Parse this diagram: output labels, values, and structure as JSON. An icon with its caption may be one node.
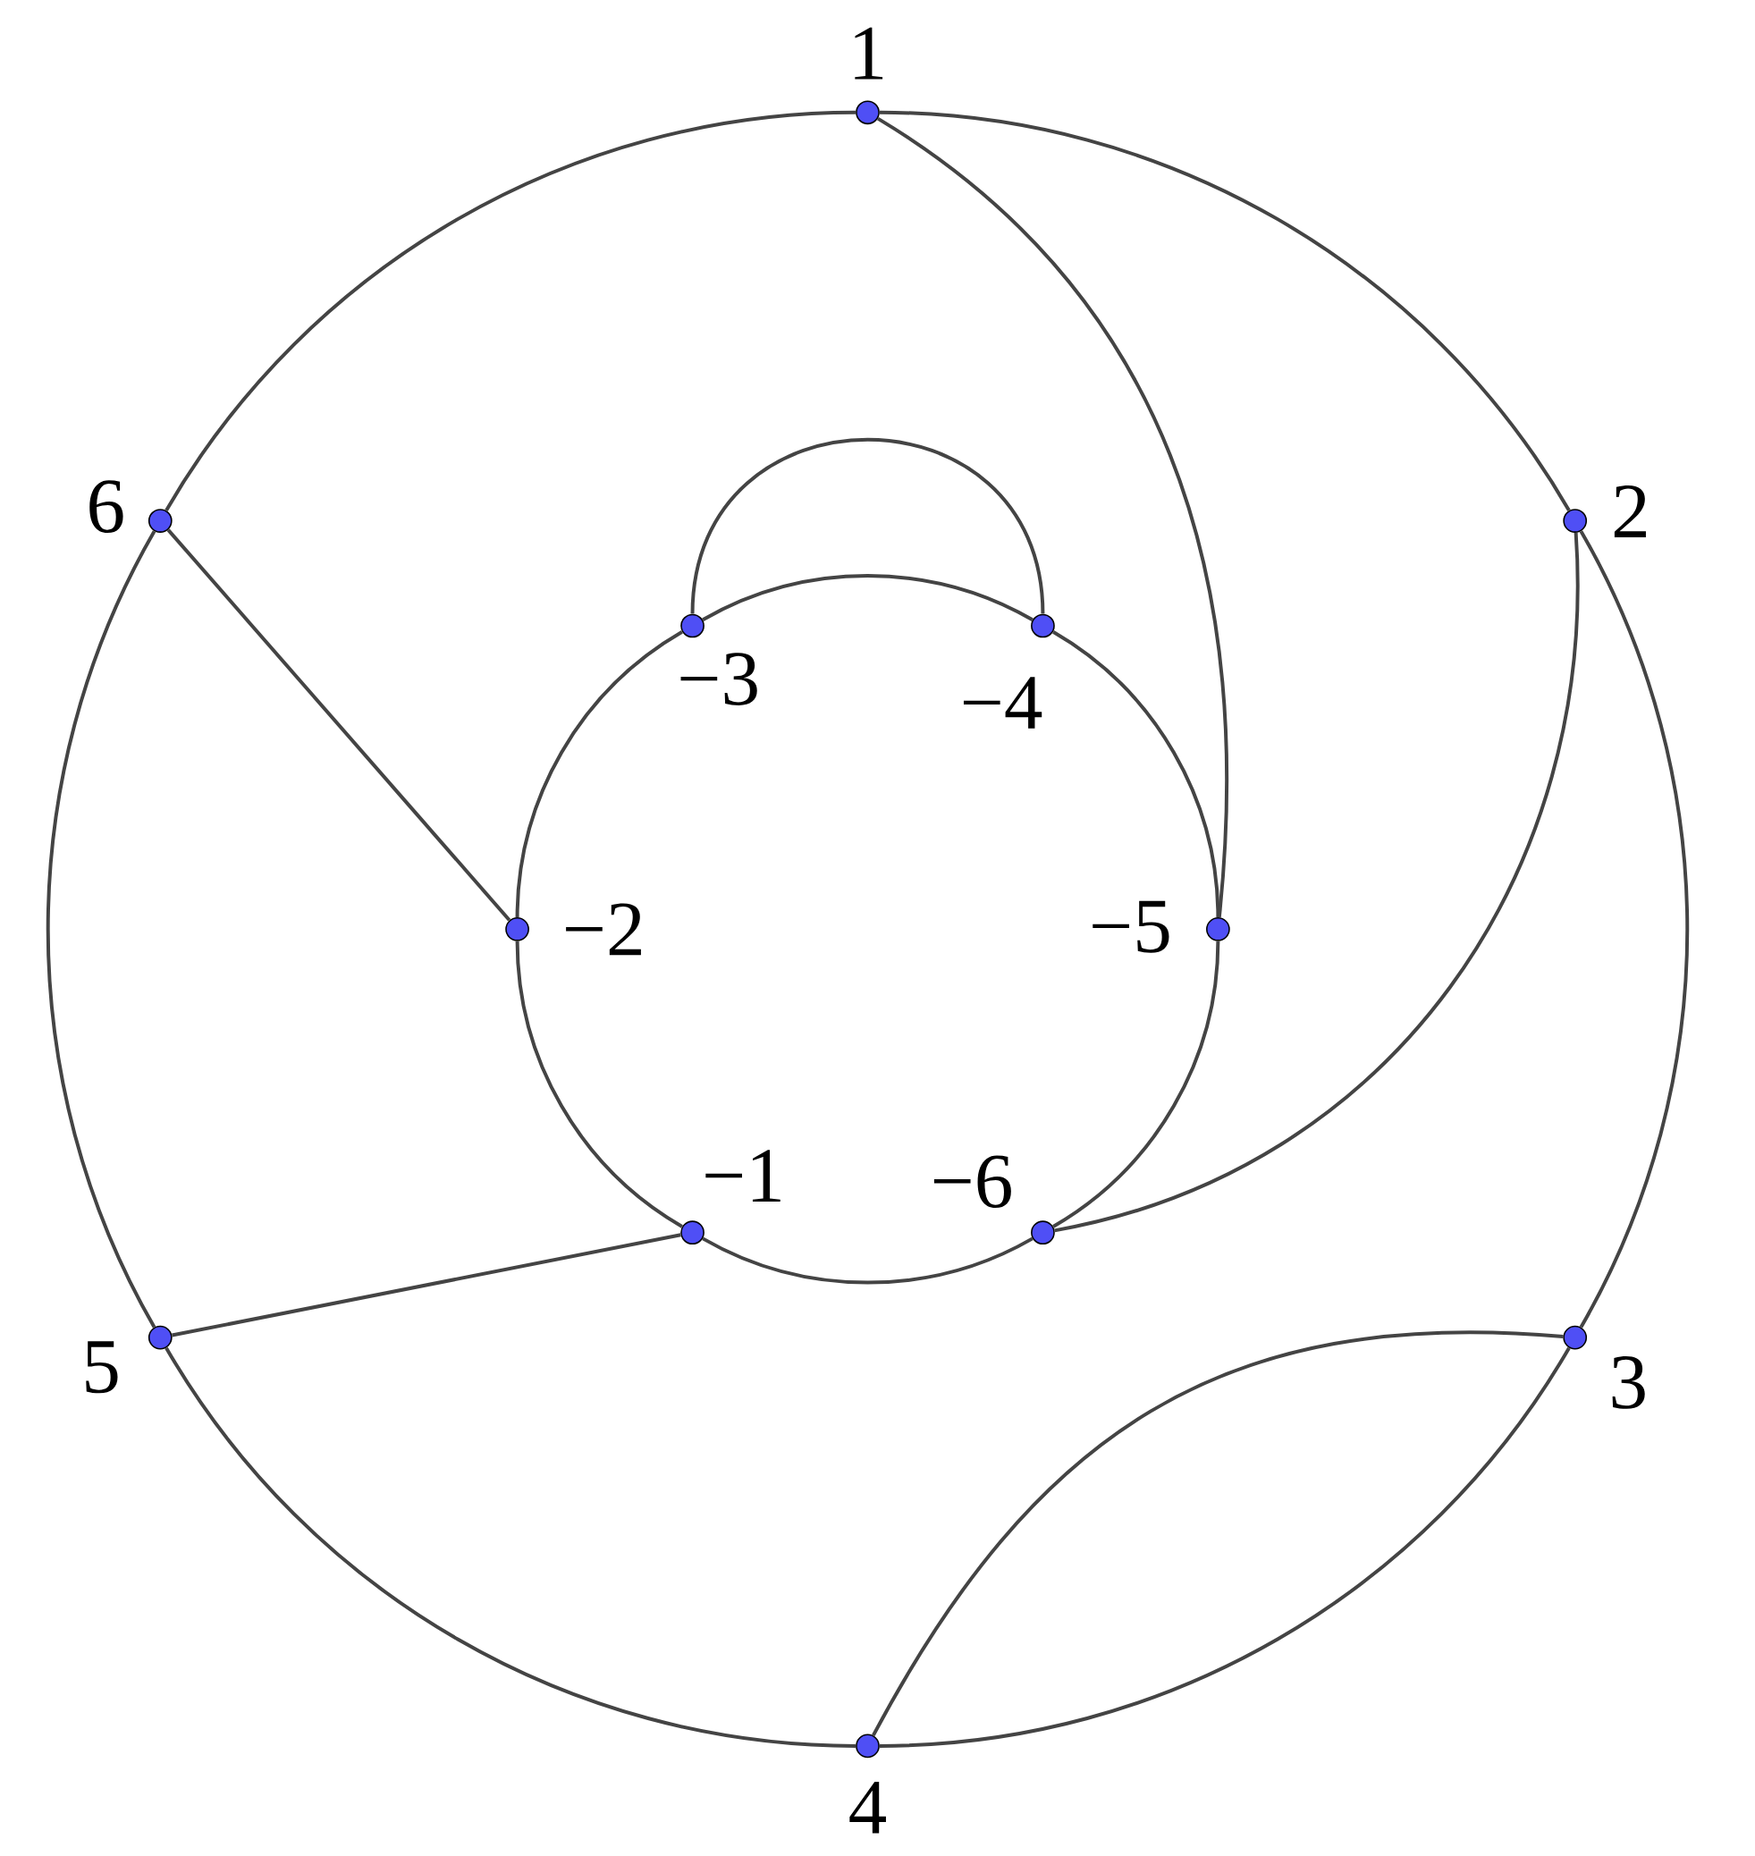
{
  "diagram": {
    "nodes": [
      {
        "text": [
          "1"
        ]
      },
      {
        "text": [
          "2"
        ]
      },
      {
        "text": [
          "3"
        ]
      },
      {
        "text": [
          "4"
        ]
      },
      {
        "text": [
          "5"
        ]
      },
      {
        "text": [
          "6"
        ]
      },
      {
        "text": [
          "−1"
        ]
      },
      {
        "text": [
          "−2"
        ]
      },
      {
        "text": [
          "−3"
        ]
      },
      {
        "text": [
          "−4"
        ]
      },
      {
        "text": [
          "−5"
        ]
      },
      {
        "text": [
          "−6"
        ]
      }
    ],
    "edges": [
      {
        "from": 1,
        "to": 0,
        "arrow": "none"
      },
      {
        "from": 2,
        "to": 1,
        "arrow": "none"
      },
      {
        "from": 3,
        "to": 2,
        "arrow": "none"
      },
      {
        "from": 4,
        "to": 3,
        "arrow": "none"
      },
      {
        "from": 5,
        "to": 4,
        "arrow": "none"
      },
      {
        "from": 0,
        "to": 5,
        "arrow": "none"
      },
      {
        "from": 10,
        "to": 9,
        "arrow": "none"
      },
      {
        "from": 9,
        "to": 8,
        "arrow": "none"
      },
      {
        "from": 8,
        "to": 7,
        "arrow": "none"
      },
      {
        "from": 7,
        "to": 6,
        "arrow": "none"
      },
      {
        "from": 6,
        "to": 11,
        "arrow": "none"
      },
      {
        "from": 11,
        "to": 10,
        "arrow": "none"
      },
      {
        "from": 5,
        "to": 7,
        "arrow": "none"
      },
      {
        "from": 4,
        "to": 6,
        "arrow": "none"
      },
      {
        "from": 0,
        "to": 10,
        "arrow": "none"
      },
      {
        "from": 1,
        "to": 11,
        "arrow": "none"
      },
      {
        "from": 8,
        "to": 9,
        "arrow": "none"
      },
      {
        "from": 2,
        "to": 3,
        "arrow": "none"
      }
    ]
  }
}
